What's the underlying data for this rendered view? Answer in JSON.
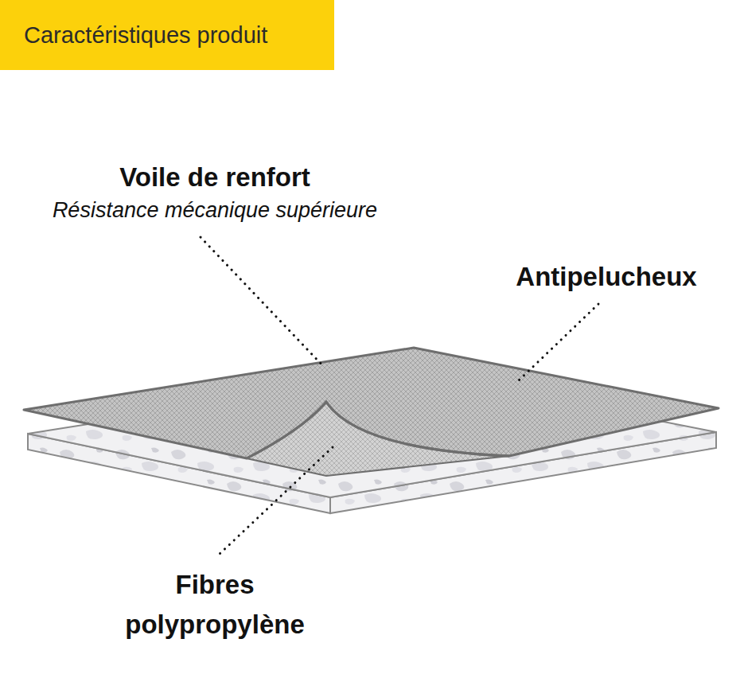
{
  "diagram": {
    "title": "Caractéristiques produit",
    "labels": [
      "Voile de renfort",
      "Résistance mécanique supérieure",
      "Antipelucheux",
      "Fibres polypropylène"
    ]
  }
}
